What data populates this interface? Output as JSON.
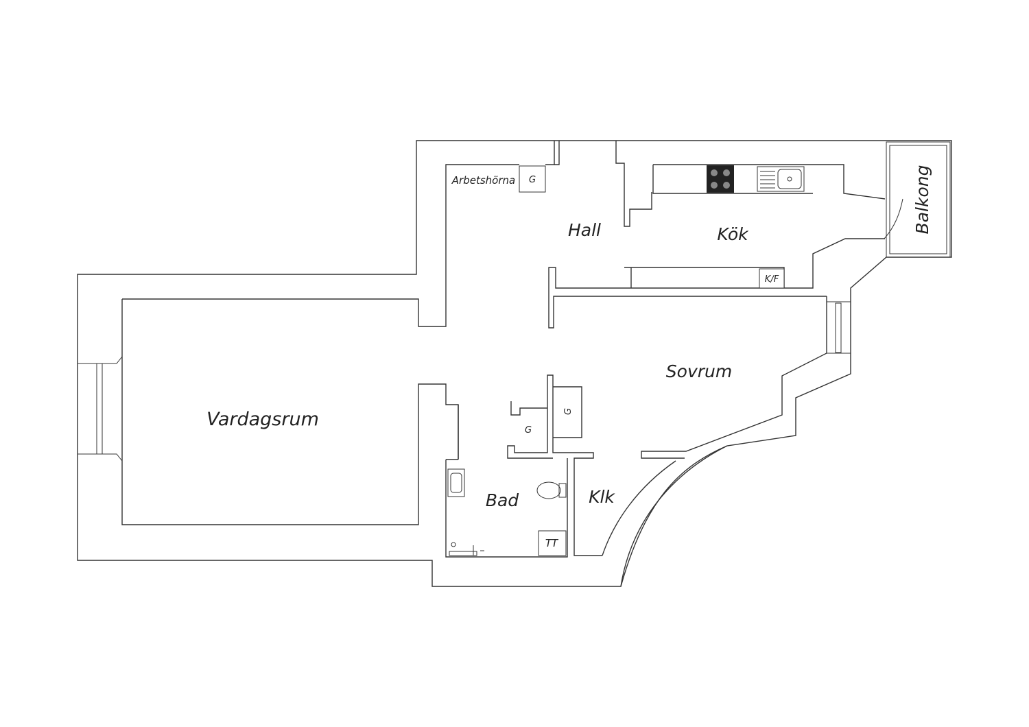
{
  "rooms": {
    "vardagsrum": "Vardagsrum",
    "hall": "Hall",
    "kok": "Kök",
    "sovrum": "Sovrum",
    "bad": "Bad",
    "klk": "Klk",
    "balkong": "Balkong",
    "arbetshorna": "Arbetshörna"
  },
  "fixtures": {
    "garderob_hall": "G",
    "garderob_1": "G",
    "garderob_2": "G",
    "kyl_frys": "K/F",
    "tvattmaskin": "TT"
  },
  "icons": [
    "stove-icon",
    "sink-icon",
    "toilet-icon",
    "washbasin-icon",
    "shower-icon",
    "window-icon"
  ],
  "colors": {
    "wall": "#333333",
    "background": "#ffffff"
  }
}
